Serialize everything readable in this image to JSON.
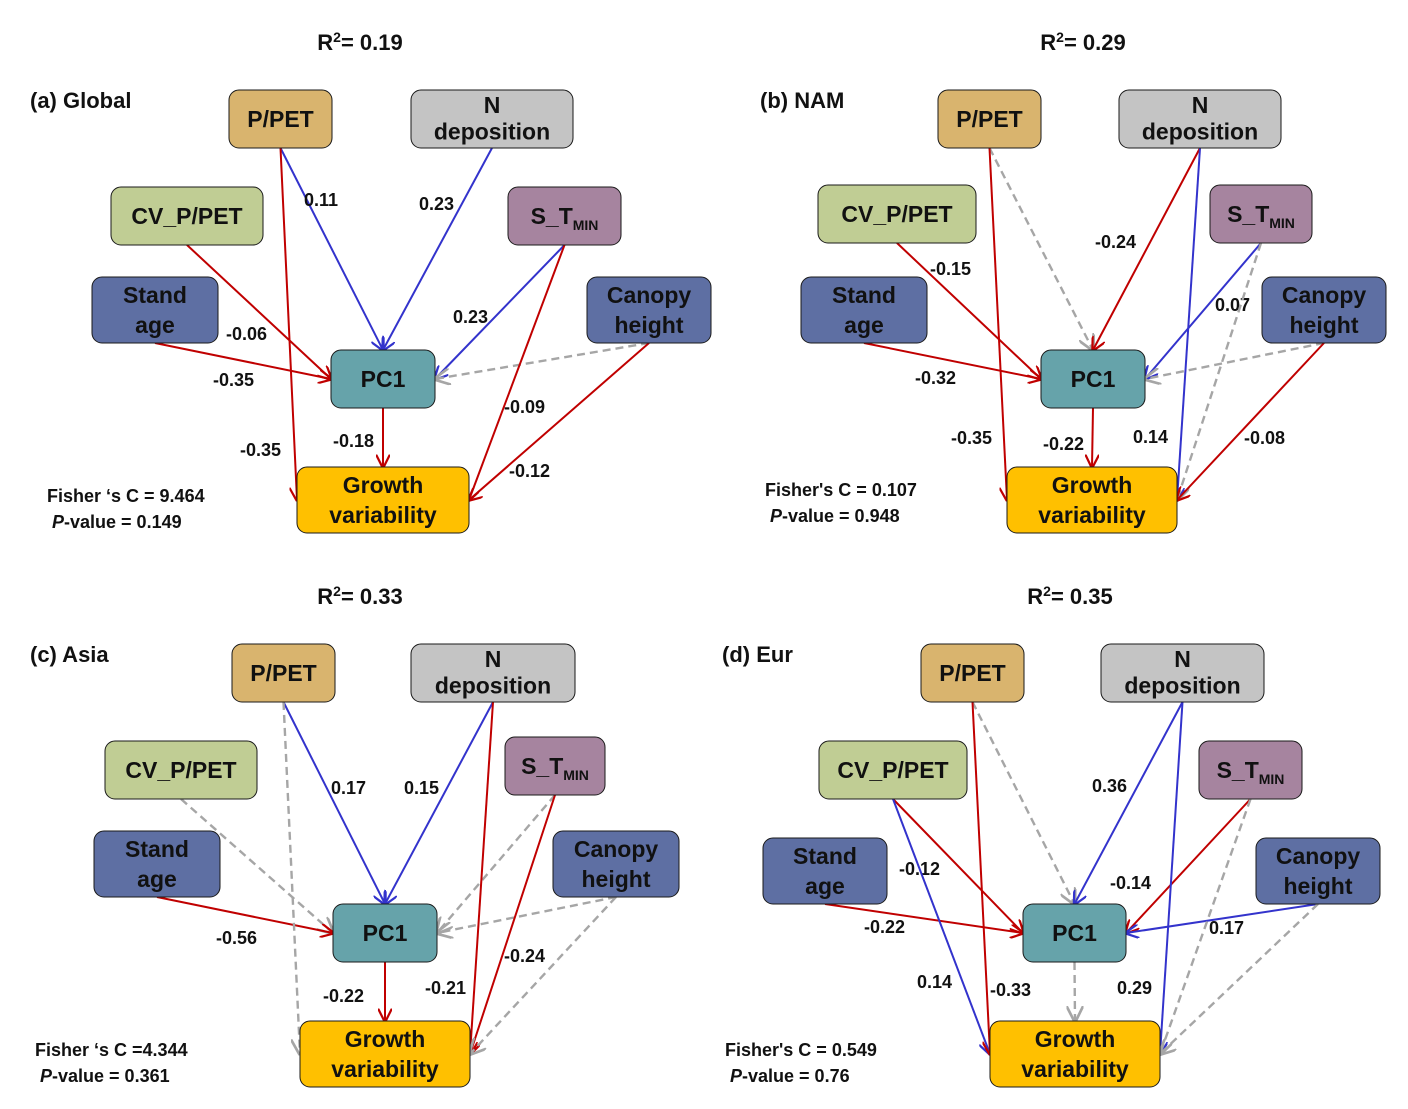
{
  "colors": {
    "positive": "#3333cc",
    "negative": "#c00000",
    "nonsignificant": "#a6a6a6",
    "node_ppet": "#d9b46e",
    "node_ndep": "#c4c4c4",
    "node_cv": "#c0cd94",
    "node_stmin": "#a6849f",
    "node_stand": "#5e6fa3",
    "node_canopy": "#5e6fa3",
    "node_pc1": "#66a3aa",
    "node_growth": "#ffc000"
  },
  "node_labels": {
    "ppet": [
      "P/PET"
    ],
    "ndep": [
      "N",
      "deposition"
    ],
    "cv": [
      "CV_P/PET"
    ],
    "stmin": [
      "S_T",
      "MIN"
    ],
    "stand": [
      "Stand",
      "age"
    ],
    "canopy": [
      "Canopy",
      "height"
    ],
    "pc1": [
      "PC1"
    ],
    "growth": [
      "Growth",
      "variability"
    ]
  },
  "panels": [
    {
      "id": "a",
      "label": "(a) Global",
      "r2_label": "R",
      "r2_sup": "2",
      "r2_value": "= 0.19",
      "fisher": "Fisher   ‘s C = 9.464",
      "p_label": "P",
      "p_value": "-value = 0.149",
      "edges": [
        {
          "from": "ppet",
          "to": "pc1",
          "sign": "positive",
          "label": "0.11"
        },
        {
          "from": "ndep",
          "to": "pc1",
          "sign": "positive",
          "label": "0.23"
        },
        {
          "from": "stmin",
          "to": "pc1",
          "sign": "positive",
          "label": "0.23"
        },
        {
          "from": "cv",
          "to": "pc1",
          "sign": "negative",
          "label": "-0.06"
        },
        {
          "from": "stand",
          "to": "pc1",
          "sign": "negative",
          "label": "-0.35"
        },
        {
          "from": "canopy",
          "to": "pc1",
          "sign": "nonsignificant",
          "label": ""
        },
        {
          "from": "ppet",
          "to": "growth",
          "sign": "negative",
          "label": "-0.35"
        },
        {
          "from": "pc1",
          "to": "growth",
          "sign": "negative",
          "label": "-0.18"
        },
        {
          "from": "stmin",
          "to": "growth",
          "sign": "negative",
          "label": "-0.09"
        },
        {
          "from": "canopy",
          "to": "growth",
          "sign": "negative",
          "label": "-0.12"
        }
      ]
    },
    {
      "id": "b",
      "label": "(b) NAM",
      "r2_label": "R",
      "r2_sup": "2",
      "r2_value": "= 0.29",
      "fisher": "Fisher's C = 0.107",
      "p_label": "P",
      "p_value": "-value = 0.948",
      "edges": [
        {
          "from": "ppet",
          "to": "pc1",
          "sign": "nonsignificant",
          "label": ""
        },
        {
          "from": "ndep",
          "to": "pc1",
          "sign": "negative",
          "label": "-0.24"
        },
        {
          "from": "stmin",
          "to": "pc1",
          "sign": "positive",
          "label": "0.07"
        },
        {
          "from": "cv",
          "to": "pc1",
          "sign": "negative",
          "label": "-0.15"
        },
        {
          "from": "stand",
          "to": "pc1",
          "sign": "negative",
          "label": "-0.32"
        },
        {
          "from": "canopy",
          "to": "pc1",
          "sign": "nonsignificant",
          "label": ""
        },
        {
          "from": "ppet",
          "to": "growth",
          "sign": "negative",
          "label": "-0.35"
        },
        {
          "from": "pc1",
          "to": "growth",
          "sign": "negative",
          "label": "-0.22"
        },
        {
          "from": "ndep",
          "to": "growth",
          "sign": "positive",
          "label": "0.14"
        },
        {
          "from": "stmin",
          "to": "growth",
          "sign": "nonsignificant",
          "label": ""
        },
        {
          "from": "canopy",
          "to": "growth",
          "sign": "negative",
          "label": "-0.08"
        }
      ]
    },
    {
      "id": "c",
      "label": "(c) Asia",
      "r2_label": "R",
      "r2_sup": "2",
      "r2_value": "= 0.33",
      "fisher": "Fisher   ‘s C =4.344",
      "p_label": "P",
      "p_value": "-value = 0.361",
      "edges": [
        {
          "from": "ppet",
          "to": "pc1",
          "sign": "positive",
          "label": "0.17"
        },
        {
          "from": "ndep",
          "to": "pc1",
          "sign": "positive",
          "label": "0.15"
        },
        {
          "from": "stmin",
          "to": "pc1",
          "sign": "nonsignificant",
          "label": ""
        },
        {
          "from": "cv",
          "to": "pc1",
          "sign": "nonsignificant",
          "label": ""
        },
        {
          "from": "stand",
          "to": "pc1",
          "sign": "negative",
          "label": "-0.56"
        },
        {
          "from": "canopy",
          "to": "pc1",
          "sign": "nonsignificant",
          "label": ""
        },
        {
          "from": "ppet",
          "to": "growth",
          "sign": "nonsignificant",
          "label": ""
        },
        {
          "from": "pc1",
          "to": "growth",
          "sign": "negative",
          "label": "-0.22"
        },
        {
          "from": "ndep",
          "to": "growth",
          "sign": "negative",
          "label": "-0.21"
        },
        {
          "from": "stmin",
          "to": "growth",
          "sign": "negative",
          "label": "-0.24"
        },
        {
          "from": "canopy",
          "to": "growth",
          "sign": "nonsignificant",
          "label": ""
        }
      ]
    },
    {
      "id": "d",
      "label": "(d) Eur",
      "r2_label": "R",
      "r2_sup": "2",
      "r2_value": "= 0.35",
      "fisher": "Fisher's C = 0.549",
      "p_label": "P",
      "p_value": "-value = 0.76",
      "edges": [
        {
          "from": "ppet",
          "to": "pc1",
          "sign": "nonsignificant",
          "label": ""
        },
        {
          "from": "ndep",
          "to": "pc1",
          "sign": "positive",
          "label": "0.36"
        },
        {
          "from": "stmin",
          "to": "pc1",
          "sign": "negative",
          "label": "-0.14"
        },
        {
          "from": "cv",
          "to": "pc1",
          "sign": "negative",
          "label": "-0.12"
        },
        {
          "from": "stand",
          "to": "pc1",
          "sign": "negative",
          "label": "-0.22"
        },
        {
          "from": "canopy",
          "to": "pc1",
          "sign": "positive",
          "label": "0.17"
        },
        {
          "from": "cv",
          "to": "growth",
          "sign": "positive",
          "label": "0.14"
        },
        {
          "from": "ppet",
          "to": "growth",
          "sign": "negative",
          "label": "-0.33"
        },
        {
          "from": "pc1",
          "to": "growth",
          "sign": "nonsignificant",
          "label": ""
        },
        {
          "from": "ndep",
          "to": "growth",
          "sign": "positive",
          "label": "0.29"
        },
        {
          "from": "stmin",
          "to": "growth",
          "sign": "nonsignificant",
          "label": ""
        },
        {
          "from": "canopy",
          "to": "growth",
          "sign": "nonsignificant",
          "label": ""
        }
      ]
    }
  ]
}
